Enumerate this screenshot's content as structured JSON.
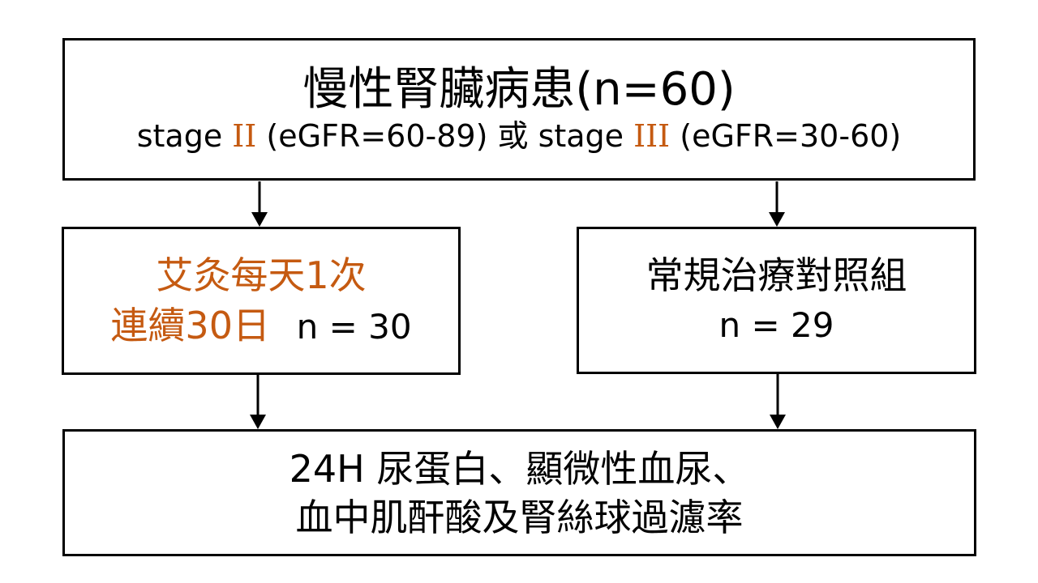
{
  "accent_color": "#c55a11",
  "top_box": {
    "title": "慢性腎臟病患(n=60)",
    "stage_word_1": "stage ",
    "stage_roman_1": "II",
    "range_1": " (eGFR=60-89) 或 ",
    "stage_word_2": "stage ",
    "stage_roman_2": "III",
    "range_2": " (eGFR=30-60)"
  },
  "left_box": {
    "line1": "艾灸每天1次",
    "line2": "連續30日",
    "n_label": "n = 30"
  },
  "right_box": {
    "line1": "常規治療對照組",
    "n_label": "n = 29"
  },
  "bottom_box": {
    "line1": "24H 尿蛋白、顯微性血尿、",
    "line2": "血中肌酐酸及腎絲球過濾率"
  }
}
